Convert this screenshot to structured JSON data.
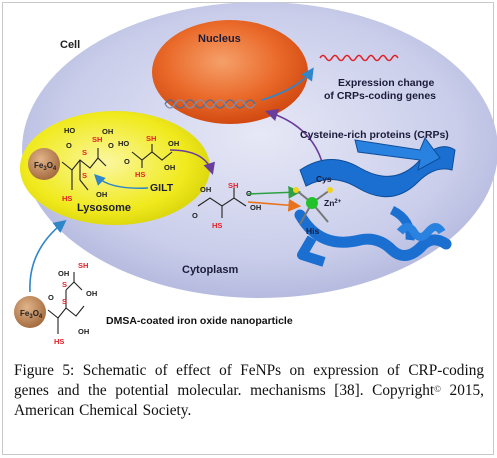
{
  "figure": {
    "cell_label": "Cell",
    "nucleus_label": "Nucleus",
    "expression_label_line1": "Expression change",
    "expression_label_line2": "of CRPs-coding genes",
    "crp_label": "Cysteine-rich proteins (CRPs)",
    "lysosome_label": "Lysosome",
    "gilt_label": "GILT",
    "cytoplasm_label": "Cytoplasm",
    "cys_label": "Cys",
    "his_label": "His",
    "zinc_label": "Zn",
    "zinc_charge": "2+",
    "iron_oxide_label": "Fe",
    "iron_oxide_sub": "3",
    "iron_oxide_o": "O",
    "iron_oxide_sub2": "4",
    "nanoparticle_label": "DMSA-coated iron oxide nanoparticle",
    "sh_label": "SH",
    "hs_label": "HS",
    "oh_label": "OH",
    "ho_label": "HO",
    "o_label": "O",
    "s_label": "S"
  },
  "caption": {
    "figure_prefix": "Figure 5:",
    "text": " Schematic of effect of FeNPs on expression of CRP-coding genes and the potential molecular. mechanisms [38]. Copyright",
    "copyright_symbol": "©",
    "text_end": " 2015, American Chemical Society."
  },
  "colors": {
    "cell_fill": "#c8cdea",
    "nucleus_fill": "#e8541b",
    "lysosome_fill": "#f2ee1a",
    "protein_blue": "#1a6fd1",
    "arrow_blue": "#2f86c9",
    "arrow_purple": "#6a3d9a",
    "arrow_green": "#2ea043",
    "arrow_orange": "#e8731c",
    "sulfur_red": "#e31f26",
    "zinc_green": "#22c22a",
    "particle_brown": "#b27a4c"
  }
}
